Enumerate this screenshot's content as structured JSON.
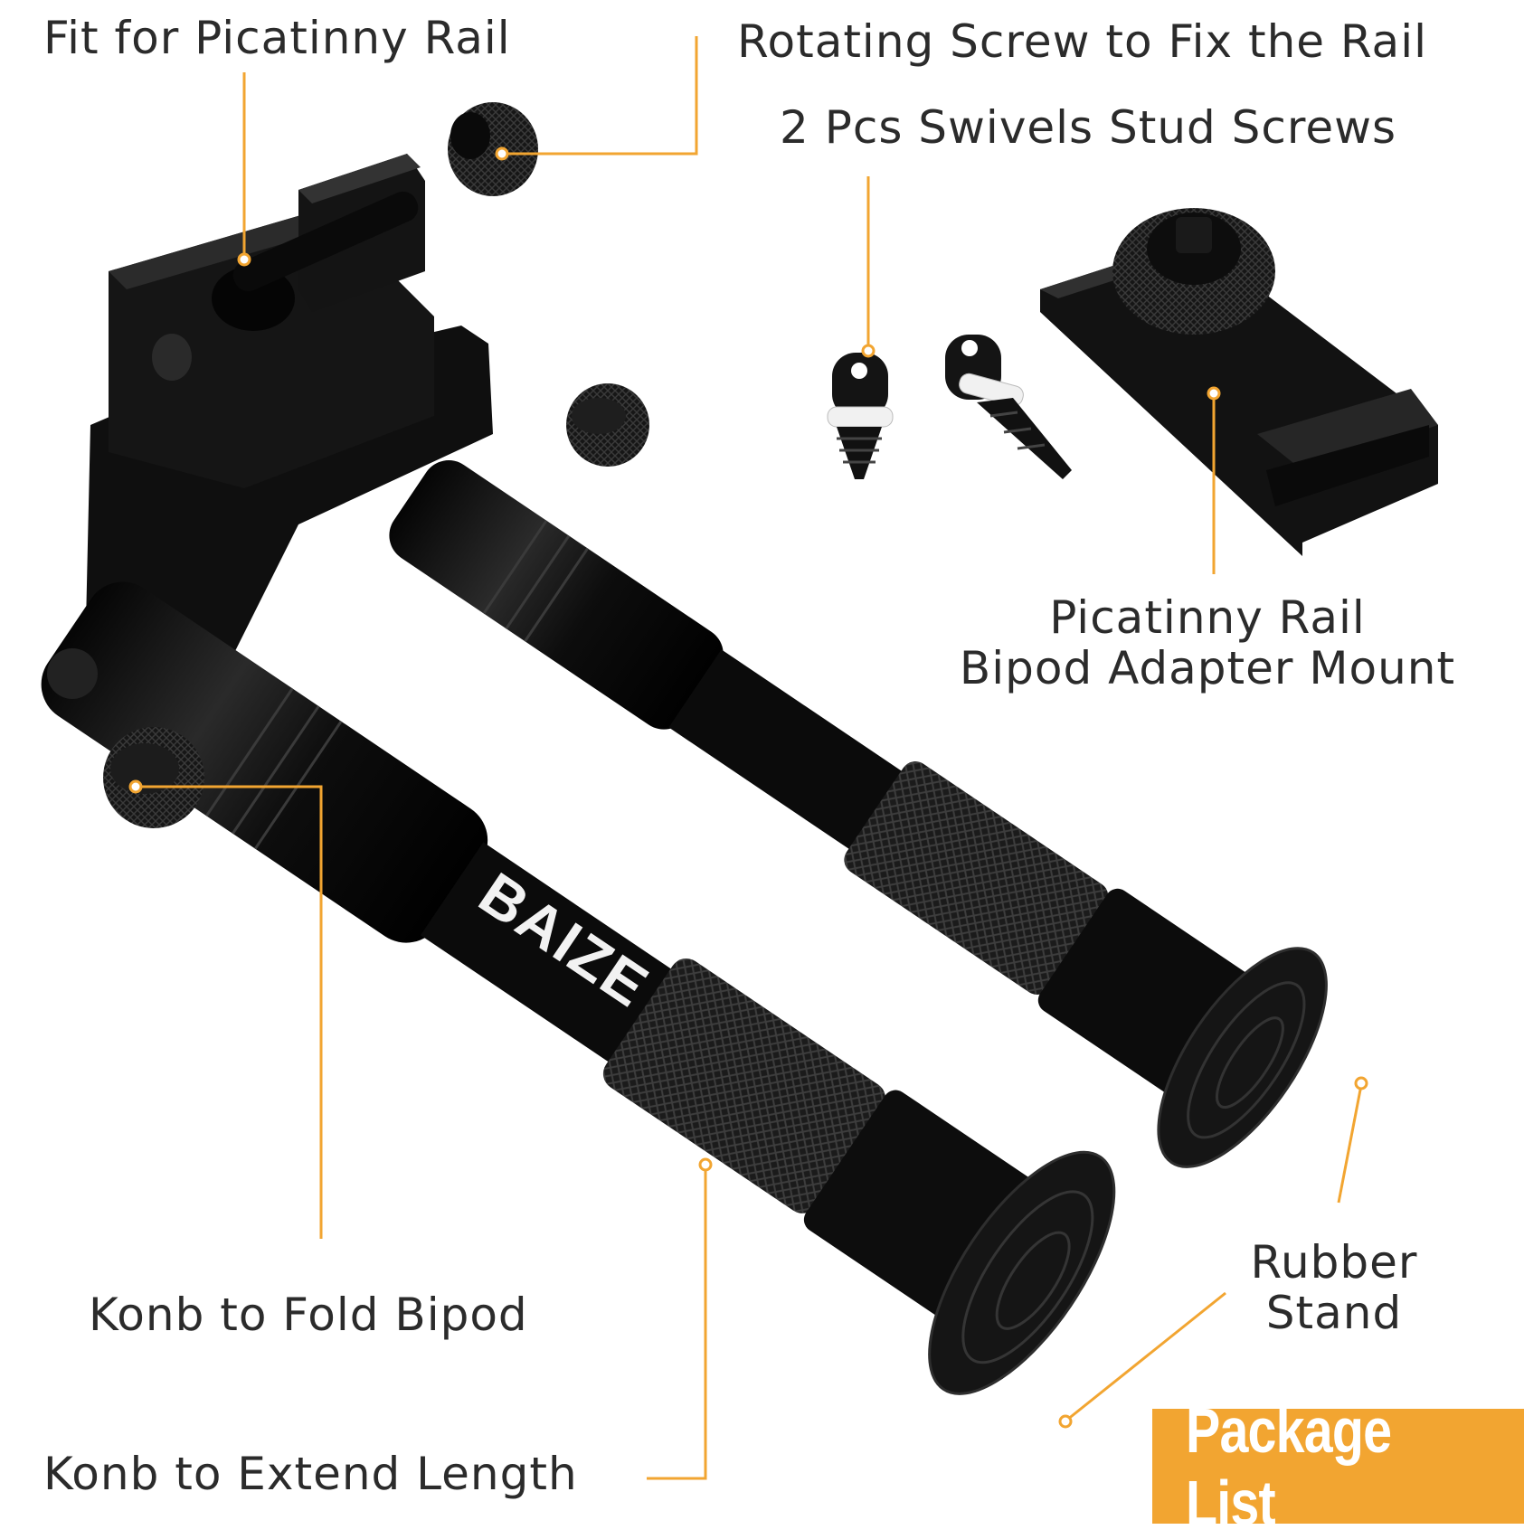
{
  "labels": {
    "fit_rail": "Fit for Picatinny Rail",
    "rotating_screw": "Rotating Screw to Fix the Rail",
    "swivel_screws": "2 Pcs Swivels Stud Screws",
    "adapter_line1": "Picatinny Rail",
    "adapter_line2": "Bipod Adapter Mount",
    "fold_knob": "Konb to Fold Bipod",
    "extend_knob": "Konb to Extend Length",
    "rubber_line1": "Rubber",
    "rubber_line2": "Stand"
  },
  "brand": "BAIZE",
  "badge": {
    "text": "Package List",
    "color": "#f2a531"
  },
  "colors": {
    "callout": "#f2a531",
    "metal": "#141414",
    "background": "#ffffff"
  },
  "illustration": {
    "product": "folding rifle bipod with picatinny rail mount",
    "accessories": [
      "swivel-stud-screw",
      "swivel-stud-screw",
      "picatinny-rail-adapter"
    ]
  }
}
